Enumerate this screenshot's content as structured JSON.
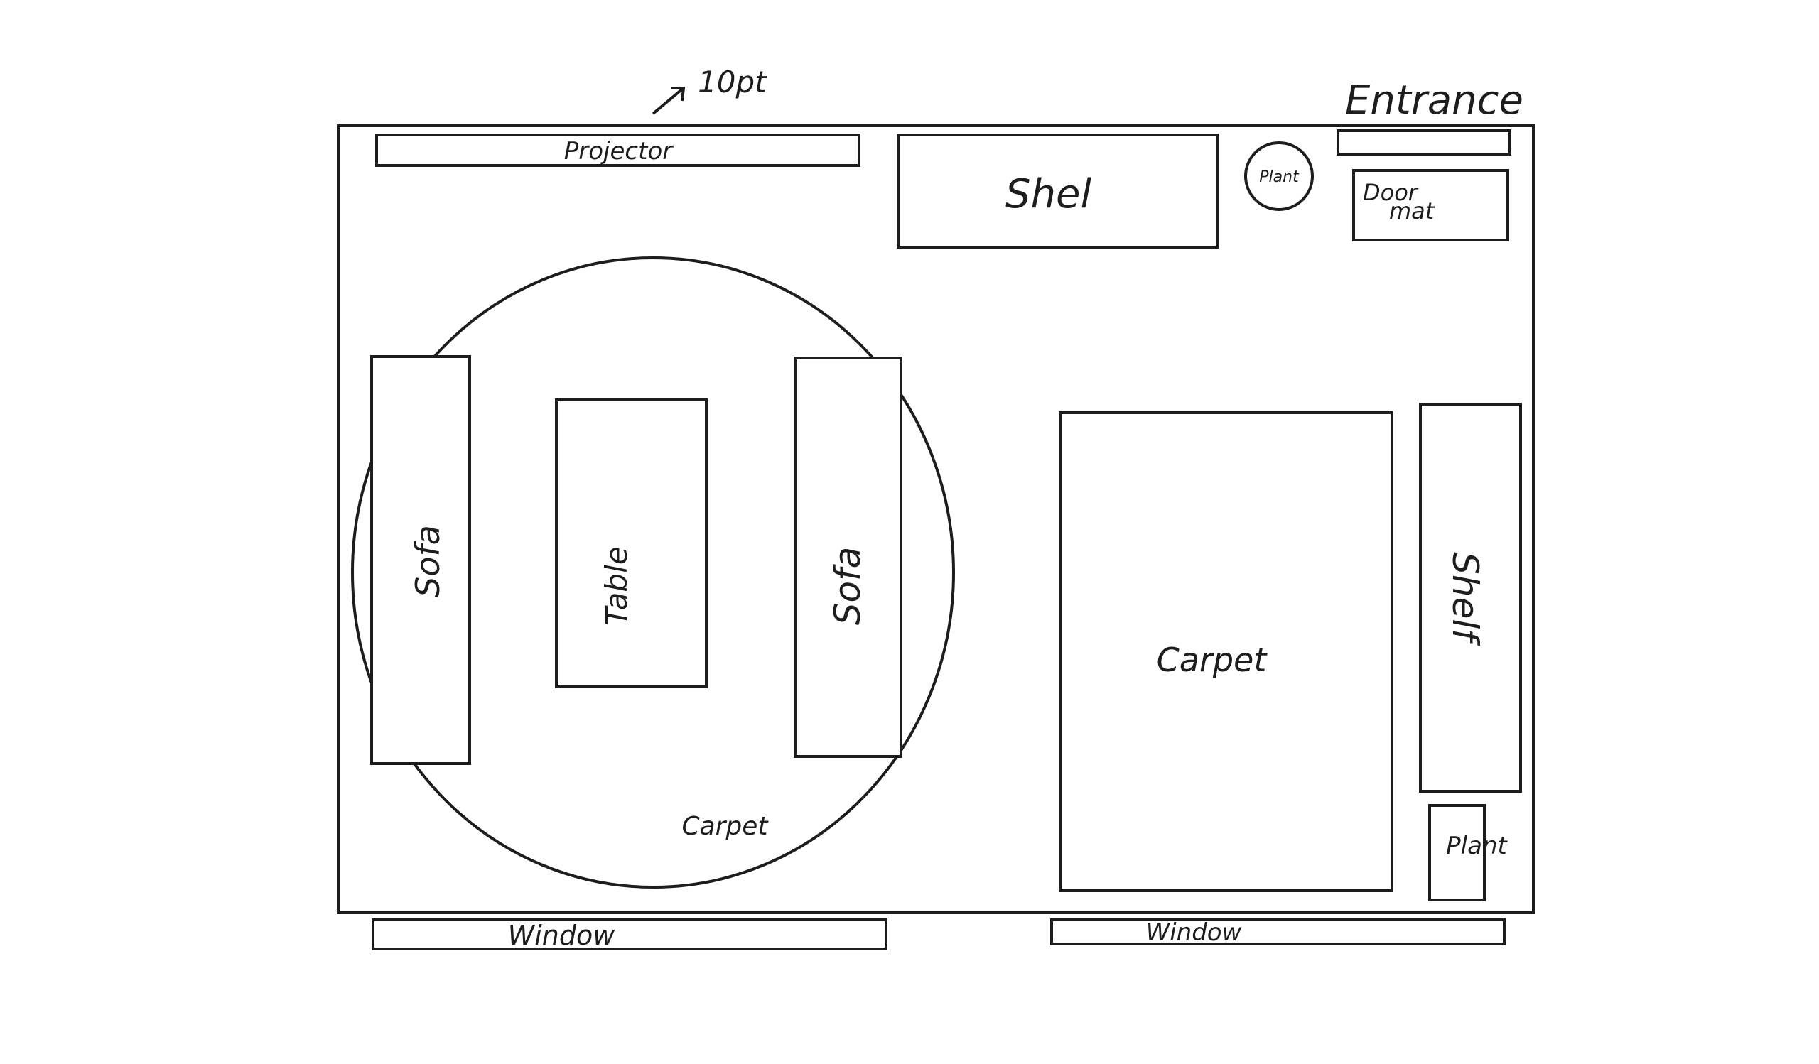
{
  "annotations": {
    "scale_note": "10pt",
    "entrance": "Entrance"
  },
  "furniture": {
    "projector": "Projector",
    "shelf_top": "Shel",
    "plant_round": "Plant",
    "door_mat_line1": "Door",
    "door_mat_line2": "mat",
    "sofa_left": "Sofa",
    "table": "Table",
    "sofa_right": "Sofa",
    "round_carpet": "Carpet",
    "carpet": "Carpet",
    "shelf_right": "Shelf",
    "plant_box": "Plant",
    "window_left": "Window",
    "window_right": "Window"
  }
}
